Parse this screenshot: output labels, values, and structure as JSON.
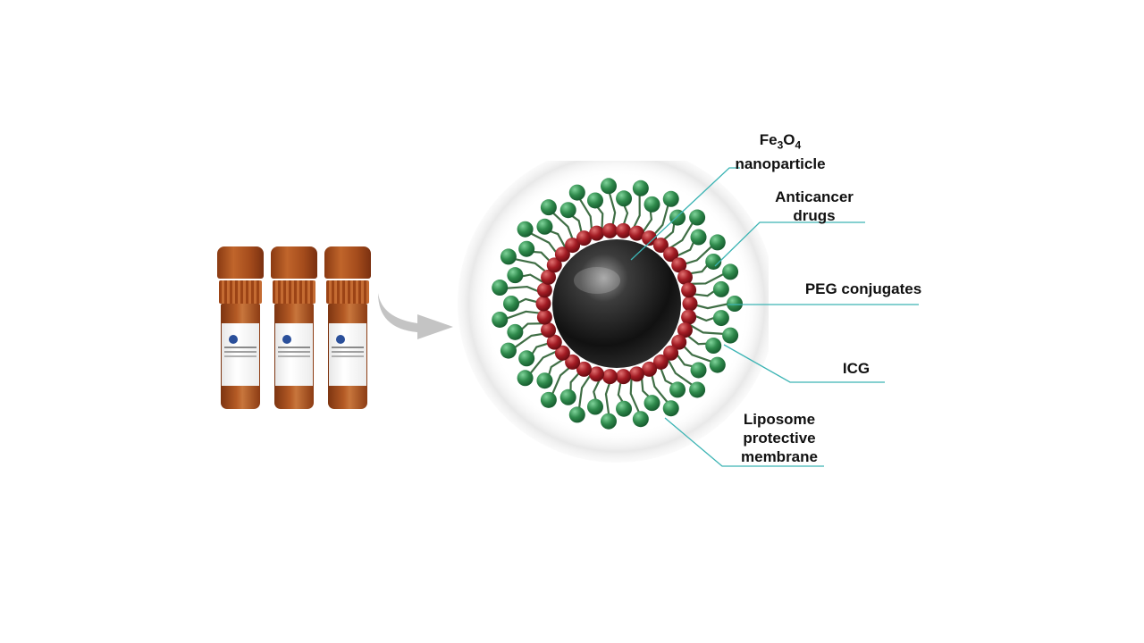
{
  "labels": {
    "fe3o4": {
      "chem_base1": "Fe",
      "chem_sub1": "3",
      "chem_base2": "O",
      "chem_sub2": "4",
      "line2": "nanoparticle"
    },
    "anticancer": {
      "line1": "Anticancer",
      "line2": "drugs"
    },
    "peg": {
      "line1": "PEG conjugates"
    },
    "icg": {
      "line1": "ICG"
    },
    "liposome": {
      "line1": "Liposome",
      "line2": "protective",
      "line3": "membrane"
    }
  },
  "colors": {
    "outer_bead": "#2f8a4c",
    "inner_bead": "#a31c24",
    "core": "#1a1a1a",
    "leader_line": "#3cb4b4",
    "vial_brown": "#b05a24",
    "arrow": "#bdbdbd"
  },
  "icons": {
    "vials": "product-vials",
    "arrow": "curved-arrow",
    "particle": "liposome-nanoparticle"
  }
}
